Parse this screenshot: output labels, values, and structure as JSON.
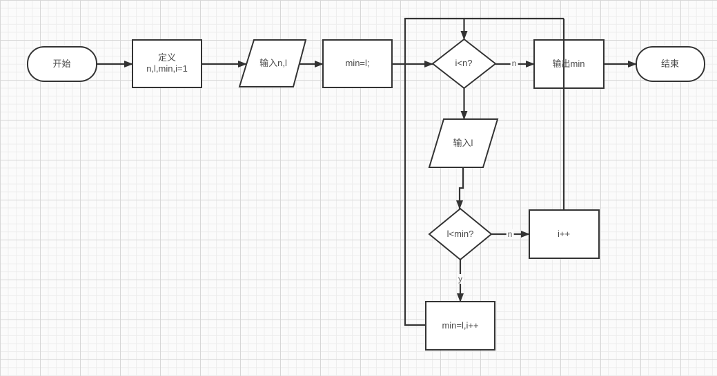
{
  "diagram": {
    "type": "flowchart",
    "description": "minimum-finding loop flowchart on grid canvas",
    "nodes": [
      {
        "id": "start",
        "shape": "terminator",
        "label": "开始"
      },
      {
        "id": "define",
        "shape": "process",
        "label": "定义",
        "sublabel": "n,l,min,i=1"
      },
      {
        "id": "input-n-l",
        "shape": "input-output",
        "label": "输入n,l"
      },
      {
        "id": "min-assign",
        "shape": "process",
        "label": "min=l;"
      },
      {
        "id": "cond-i-lt-n",
        "shape": "decision",
        "label": "i<n?"
      },
      {
        "id": "output-min",
        "shape": "process",
        "label": "输出min"
      },
      {
        "id": "end",
        "shape": "terminator",
        "label": "结束"
      },
      {
        "id": "input-l",
        "shape": "input-output",
        "label": "输入l"
      },
      {
        "id": "cond-l-lt-min",
        "shape": "decision",
        "label": "l<min?"
      },
      {
        "id": "i-plus-plus",
        "shape": "process",
        "label": "i++"
      },
      {
        "id": "min-update",
        "shape": "process",
        "label": "min=l,i++"
      }
    ],
    "edge_labels": [
      {
        "id": "cond-i-lt-n-no",
        "label": "n"
      },
      {
        "id": "cond-l-lt-min-no",
        "label": "n"
      },
      {
        "id": "cond-l-lt-min-yes",
        "label": "y"
      }
    ],
    "colors": {
      "stroke": "#333333",
      "text": "#4a4a4a",
      "shape_fill": "#ffffff",
      "grid_minor": "#ededed",
      "grid_major": "#d7d7d7",
      "canvas": "#fbfbfb"
    }
  }
}
